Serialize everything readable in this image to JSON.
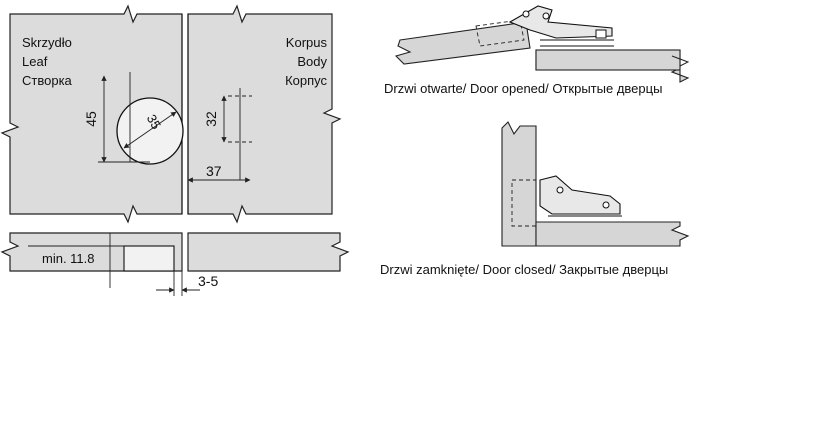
{
  "labels": {
    "leaf_pl": "Skrzydło",
    "leaf_en": "Leaf",
    "leaf_ru": "Створка",
    "body_pl": "Korpus",
    "body_en": "Body",
    "body_ru": "Корпус",
    "door_opened": "Drzwi otwarte/ Door opened/ Открытые дверцы",
    "door_closed": "Drzwi zamknięte/ Door closed/ Закрытые дверцы"
  },
  "dimensions": {
    "cup_distance": "45",
    "cup_diameter": "35",
    "plate_spacing": "32",
    "plate_offset": "37",
    "min_thickness": "min. 11.8",
    "gap": "3-5"
  }
}
